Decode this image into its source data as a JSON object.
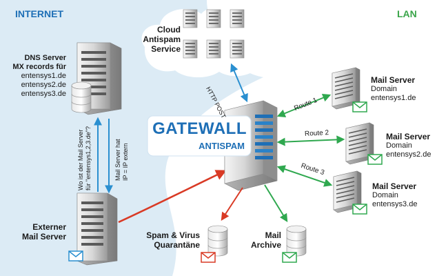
{
  "regions": {
    "internet": "INTERNET",
    "lan": "LAN"
  },
  "cloud_service": {
    "line1": "Cloud",
    "line2": "Antispam",
    "line3": "Service"
  },
  "dns_server": {
    "title1": "DNS Server",
    "title2": "MX records für",
    "domains": [
      "entensys1.de",
      "entensys2.de",
      "entensys3.de"
    ]
  },
  "gateway": {
    "name": "GATEWALL",
    "subtitle": "ANTISPAM"
  },
  "external_server": {
    "line1": "Externer",
    "line2": "Mail Server"
  },
  "arrows": {
    "query_line1": "Wo ist der Mail Server",
    "query_line2": "für \"entensys1,2,3.de\"?",
    "answer_line1": "Mail Server hat",
    "answer_line2": "IP = IP extern",
    "http_post": "HTTP POST"
  },
  "routes": [
    "Route 1",
    "Route 2",
    "Route 3"
  ],
  "mail_servers": [
    {
      "title": "Mail Server",
      "domain_label": "Domain",
      "domain": "entensys1.de"
    },
    {
      "title": "Mail Server",
      "domain_label": "Domain",
      "domain": "entensys2.de"
    },
    {
      "title": "Mail Server",
      "domain_label": "Domain",
      "domain": "entensys3.de"
    }
  ],
  "quarantine": {
    "line1": "Spam & Virus",
    "line2": "Quarantäne"
  },
  "archive": {
    "line1": "Mail",
    "line2": "Archive"
  },
  "colors": {
    "internet_label": "#1e6fb6",
    "lan_label": "#3aa54a",
    "gateway_blue": "#1e6fb6",
    "internet_bg": "#dcebf5",
    "route_green": "#2fa84f",
    "spam_red": "#d93a25",
    "dns_blue": "#2a8fd0"
  }
}
